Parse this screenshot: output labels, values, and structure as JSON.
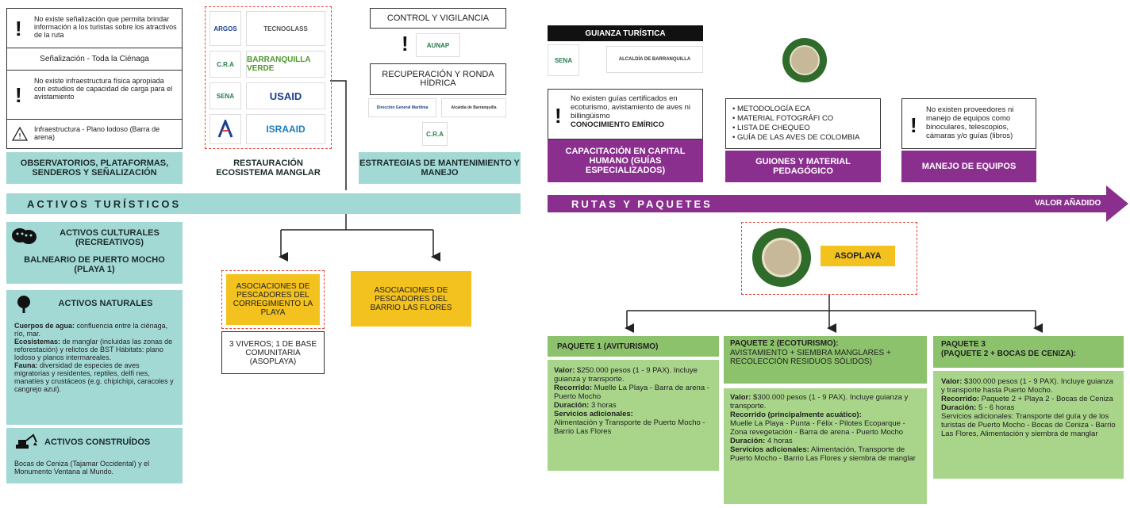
{
  "left": {
    "signage_box": {
      "items": [
        {
          "text": "No existe señalización que permita brindar información a los turistas sobre los atractivos de la ruta"
        },
        {
          "text": "Señalización - Toda la Ciénaga"
        },
        {
          "text": "No existe infraestructura física apropiada con estudios de capacidad de carga para el avistamiento"
        },
        {
          "text": "Infraestructura - Plano lodoso (Barra de arena)"
        }
      ],
      "header": "OBSERVATORIOS, PLATAFORMAS, SENDEROS Y SEÑALIZACIÓN"
    },
    "restauracion": {
      "logos": [
        "ARGOS",
        "TECNOGLASS",
        "C.R.A",
        "BARRANQUILLA VERDE",
        "SENA",
        "USAID",
        "ISRAAID"
      ],
      "header": "RESTAURACIÓN ECOSISTEMA MANGLAR"
    },
    "control": {
      "title": "CONTROL Y VIGILANCIA",
      "logo1": "AUNAP",
      "title2": "RECUPERACIÓN Y RONDA HÍDRICA",
      "logos2": [
        "Dirección General Marítima",
        "Alcaldía de Barranquilla",
        "C.R.A"
      ],
      "header": "ESTRATEGIAS DE MANTENIMIENTO Y MANEJO"
    },
    "activos_bar": "ACTIVOS TURÍSTICOS",
    "culturales": {
      "title": "ACTIVOS CULTURALES (RECREATIVOS)",
      "subtitle": "BALNEARIO DE PUERTO MOCHO (PLAYA 1)"
    },
    "naturales": {
      "title": "ACTIVOS NATURALES",
      "p1_label": "Cuerpos de agua:",
      "p1_text": " confluencia entre la ciénaga, río, mar.",
      "p2_label": "Ecosistemas:",
      "p2_text": " de manglar (incluidas las zonas de reforestación) y relictos de BST Hábitats: plano lodoso y planos intermareales.",
      "p3_label": "Fauna:",
      "p3_text": " diversidad de especies de aves migratorias y residentes, reptiles, delfi nes, manatíes y crustáceos (e.g. chipichipi, caracoles y cangrejo azul)."
    },
    "construidos": {
      "title": "ACTIVOS CONSTRUÍDOS",
      "text": "Bocas de Ceniza (Tajamar Occidental) y el Monumento Ventana al Mundo."
    },
    "asoc1": "ASOCIACIONES DE PESCADORES DEL CORREGIMIENTO LA PLAYA",
    "asoc1_sub": "3 VIVEROS; 1 DE BASE COMUNITARIA (ASOPLAYA)",
    "asoc2": "ASOCIACIONES DE PESCADORES DEL BARRIO LAS FLORES"
  },
  "right": {
    "guianza": {
      "title": "GUIANZA TURÍSTICA",
      "logo1": "SENA",
      "logo2": "ALCALDÍA DE BARRANQUILLA",
      "text": "No existen guías certificados en ecoturismo, avistamiento de aves ni billingüismo",
      "bold": "CONOCIMIENTO EMÍRICO",
      "header": "CAPACITACIÓN EN CAPITAL HUMANO (GUÍAS ESPECIALIZADOS)"
    },
    "guiones": {
      "items": [
        "• METODOLOGÍA ECA",
        "• MATERIAL FOTOGRÁFI CO",
        "• LISTA DE CHEQUEO",
        "• GUÍA DE LAS AVES DE COLOMBIA"
      ],
      "header": "GUIONES Y MATERIAL PEDAGÓGICO"
    },
    "equipos": {
      "text": "No existen proveedores ni manejo de equipos como binoculares, telescopios, cámaras y/o guías (libros)",
      "header": "MANEJO DE EQUIPOS"
    },
    "rutas_bar": "RUTAS Y PAQUETES",
    "valor": "VALOR AÑADIDO",
    "asoplaya": "ASOPLAYA",
    "paquete1": {
      "title": "PAQUETE 1 (AVITURISMO)",
      "valor_label": "Valor:",
      "valor": " $250.000 pesos (1 - 9 PAX). Incluye guianza y transporte.",
      "rec_label": "Recorrido:",
      "rec": " Muelle La Playa - Barra de arena - Puerto Mocho",
      "dur_label": "Duración:",
      "dur": " 3 horas",
      "serv_label": "Servicios adicionales:",
      "serv": "Alimentación y Transporte de Puerto Mocho - Barrio Las Flores"
    },
    "paquete2": {
      "title": "PAQUETE 2 (ECOTURISMO):",
      "subtitle": "AVISTAMIENTO + SIEMBRA MANGLARES + RECOLECCIÓN RESIDUOS SÓLIDOS)",
      "valor_label": "Valor:",
      "valor": " $300.000 pesos (1 - 9 PAX). Incluye guianza y transporte.",
      "rec_label": "Recorrido (principalmente acuático):",
      "rec": "Muelle La Playa - Punta - Félix - Pilotes Ecoparque - Zona revegetación - Barra de arena - Puerto Mocho",
      "dur_label": "Duración:",
      "dur": " 4 horas",
      "serv_label": "Servicios adicionales:",
      "serv": " Alimentación, Transporte de Puerto Mocho - Barrio Las Flores y siembra de manglar"
    },
    "paquete3": {
      "title": "PAQUETE 3",
      "subtitle": "(PAQUETE 2 + BOCAS DE CENIZA):",
      "valor_label": "Valor:",
      "valor": " $300.000 pesos (1 - 9 PAX). Incluye guianza y transporte hasta Puerto Mocho.",
      "rec_label": "Recorrido:",
      "rec": " Paquete 2 + Playa 2 - Bocas de Ceniza",
      "dur_label": "Duración:",
      "dur": " 5 - 6 horas",
      "serv": "Servicios adicionales: Transporte del guía y de los turistas de Puerto Mocho - Bocas de Ceniza - Barrio Las Flores, Alimentación y siembra de manglar"
    }
  }
}
